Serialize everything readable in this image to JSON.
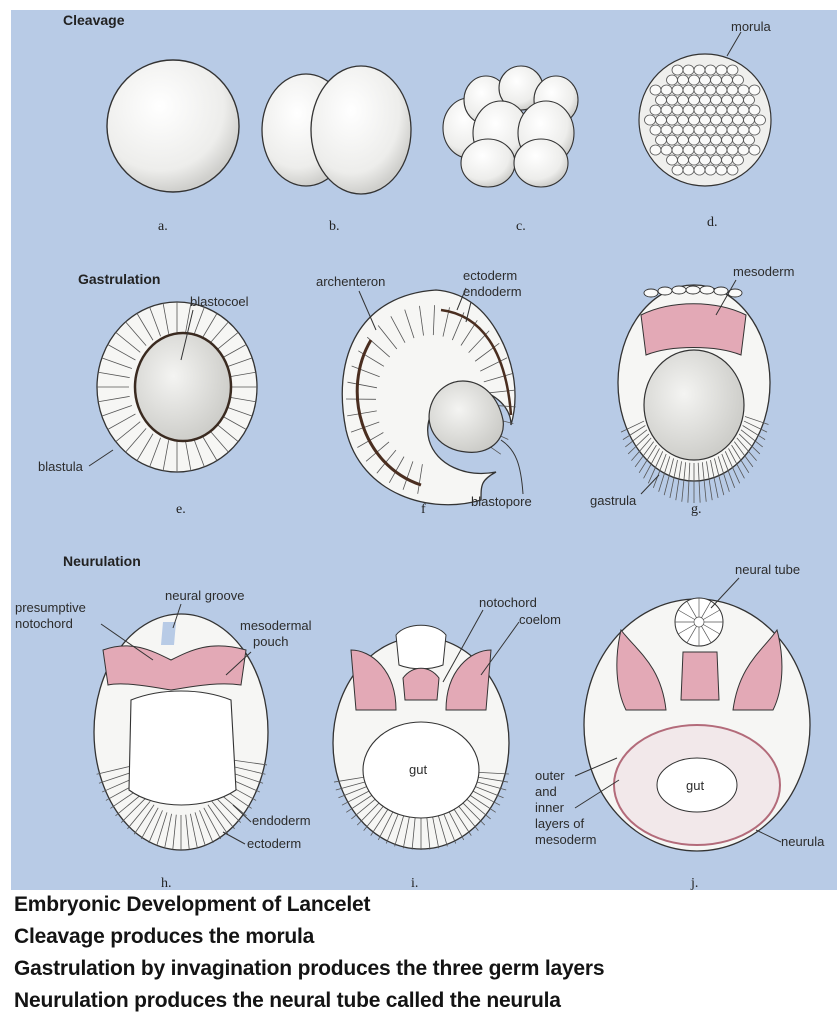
{
  "sections": {
    "cleavage": "Cleavage",
    "gastrulation": "Gastrulation",
    "neurulation": "Neurulation"
  },
  "panel_letters": [
    "a.",
    "b.",
    "c.",
    "d.",
    "e.",
    "f",
    "g.",
    "h.",
    "i.",
    "j."
  ],
  "labels": {
    "morula": "morula",
    "blastocoel": "blastocoel",
    "blastula": "blastula",
    "archenteron": "archenteron",
    "ectoderm_top": "ectoderm",
    "endoderm_top": "endoderm",
    "blastopore": "blastopore",
    "gastrula": "gastrula",
    "mesoderm": "mesoderm",
    "presumptive_1": "presumptive",
    "presumptive_2": "notochord",
    "neural_groove": "neural groove",
    "mesodermal_1": "mesodermal",
    "mesodermal_2": "pouch",
    "endoderm_h": "endoderm",
    "ectoderm_h": "ectoderm",
    "notochord": "notochord",
    "coelom": "coelom",
    "gut_i": "gut",
    "neural_tube": "neural tube",
    "gut_j": "gut",
    "outer_1": "outer",
    "outer_2": "and",
    "outer_3": "inner",
    "outer_4": "layers of",
    "outer_5": "mesoderm",
    "neurula": "neurula"
  },
  "caption": [
    "Embryonic Development of Lancelet",
    "Cleavage produces the morula",
    "Gastrulation by invagination produces the three germ layers",
    "Neurulation produces the neural tube called the neurula"
  ],
  "colors": {
    "background": "#b8cbe6",
    "cell": "#f7f7f5",
    "mesoderm_pink": "#e3a9b6",
    "outline": "#333333"
  }
}
